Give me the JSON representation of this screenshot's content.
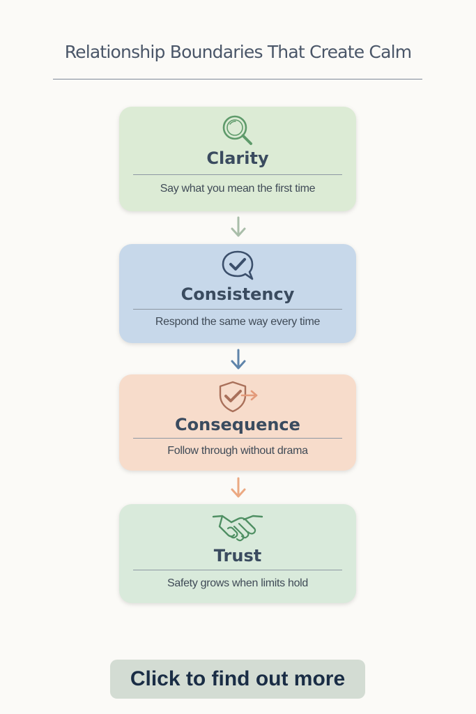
{
  "header": {
    "title": "Relationship Boundaries That Create Calm"
  },
  "steps": [
    {
      "title": "Clarity",
      "description": "Say what you mean the first time",
      "icon": "magnifying-glass-icon",
      "color": "#dcebd5"
    },
    {
      "title": "Consistency",
      "description": "Respond the same way every time",
      "icon": "checkmark-speech-bubble-icon",
      "color": "#c7d8ea"
    },
    {
      "title": "Consequence",
      "description": "Follow through without drama",
      "icon": "shield-check-arrow-icon",
      "color": "#f7dccb"
    },
    {
      "title": "Trust",
      "description": "Safety grows when limits hold",
      "icon": "handshake-icon",
      "color": "#d9eadb"
    }
  ],
  "arrows": [
    {
      "color": "#a9bda9",
      "icon": "arrow-down-icon"
    },
    {
      "color": "#5f84aa",
      "icon": "arrow-down-icon"
    },
    {
      "color": "#eba982",
      "icon": "arrow-down-icon"
    }
  ],
  "cta": {
    "label": "Click to find out more",
    "color": "#d3dcd3"
  }
}
